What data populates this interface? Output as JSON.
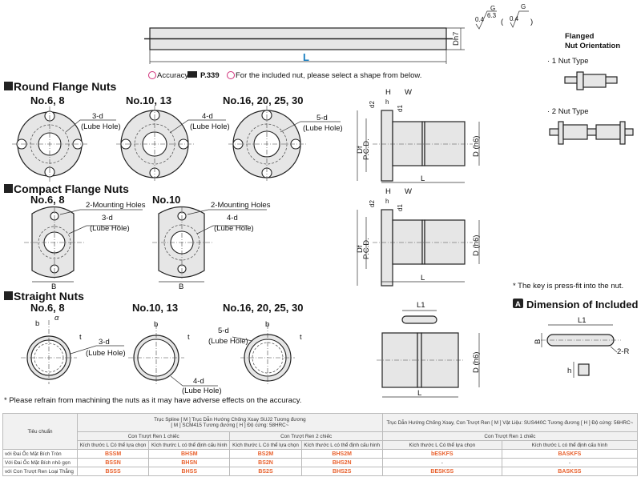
{
  "shaft": {
    "length_label": "L",
    "diameter_label": "Dh7",
    "roughness": [
      "0.4",
      "G",
      "6.3",
      "0.4",
      "G"
    ]
  },
  "notes": {
    "accuracy": "Accuracy",
    "page_ref": "P.339",
    "included_nut": "For the included nut, please select a shape from below.",
    "refrain": "* Please refrain from machining the nuts as it may have  adverse effects on the accuracy.",
    "key_press_fit": "* The key is press-fit into the nut."
  },
  "orientation": {
    "title_1": "Flanged",
    "title_2": "Nut Orientation",
    "one_nut": "· 1 Nut Type",
    "two_nut": "· 2 Nut Type"
  },
  "round_flange": {
    "title": "Round Flange Nuts",
    "variants": [
      {
        "no": "No.6, 8",
        "hole": "3-d"
      },
      {
        "no": "No.10, 13",
        "hole": "4-d"
      },
      {
        "no": "No.16, 20, 25, 30",
        "hole": "5-d"
      }
    ],
    "lube": "(Lube Hole)"
  },
  "compact_flange": {
    "title": "Compact Flange Nuts",
    "variants": [
      {
        "no": "No.6, 8",
        "hole": "3-d"
      },
      {
        "no": "No.10",
        "hole": "4-d"
      }
    ],
    "mounting": "2-Mounting Holes",
    "lube": "(Lube Hole)",
    "b": "B"
  },
  "straight": {
    "title": "Straight Nuts",
    "variants": [
      {
        "no": "No.6, 8",
        "hole": "3-d"
      },
      {
        "no": "No.10, 13",
        "hole": "4-d"
      },
      {
        "no": "No.16, 20, 25, 30",
        "hole": "5-d"
      }
    ],
    "lube": "(Lube Hole)",
    "b": "b",
    "t": "t",
    "alpha": "α"
  },
  "side": {
    "H": "H",
    "W": "W",
    "h": "h",
    "d1": "d1",
    "d2": "d2",
    "Df": "Df",
    "pcd": "P.C.D.",
    "D": "D (h6)",
    "L": "L",
    "L1": "L1"
  },
  "key": {
    "title": "Dimension of Included Key",
    "badge": "A",
    "L1": "L1",
    "B": "B",
    "R": "2-R",
    "h": "h"
  },
  "table": {
    "corner": "Tiêu chuẩn",
    "group1": "Trục Spline [ M ] Trục Dẫn Hướng Chống Xoay SUJ2 Tương đương\n[ M ] SCM415 Tương đương [ H ] Độ cứng: 58HRC~",
    "group2": "Trục Dẫn Hướng Chống Xoay, Con Trượt Ren [ M ] Vật Liệu: SUS440C Tương đương [ H ] Độ cứng: 56HRC~",
    "sub1": "Con Trượt Ren 1 chiếc",
    "sub2": "Con Trượt Ren 2 chiếc",
    "sub3": "Con Trượt Ren 1 chiếc",
    "cols": [
      "Kích thước L Có thể lựa chọn",
      "Kích thước L có thể định cấu hình",
      "Kích thước L Có thể lựa chọn",
      "Kích thước L có thể định cấu hình",
      "Kích thước L Có thể lựa chọn",
      "Kích thước L có thể định cấu hình"
    ],
    "rows": [
      {
        "label": "với Đai Ốc Mặt Bích Tròn",
        "cells": [
          "BSSM",
          "BHSM",
          "BS2M",
          "BHS2M",
          "bESKFS",
          "BASKFS"
        ]
      },
      {
        "label": "Với Đai Ốc Mặt Bích nhỏ gọn",
        "cells": [
          "BSSN",
          "BHSN",
          "BS2N",
          "BHS2N",
          "-",
          "-"
        ]
      },
      {
        "label": "với Con Trượt Ren Loại Thẳng",
        "cells": [
          "BSSS",
          "BHSS",
          "BS2S",
          "BHS2S",
          "BESKSS",
          "BASKSS"
        ]
      }
    ]
  }
}
